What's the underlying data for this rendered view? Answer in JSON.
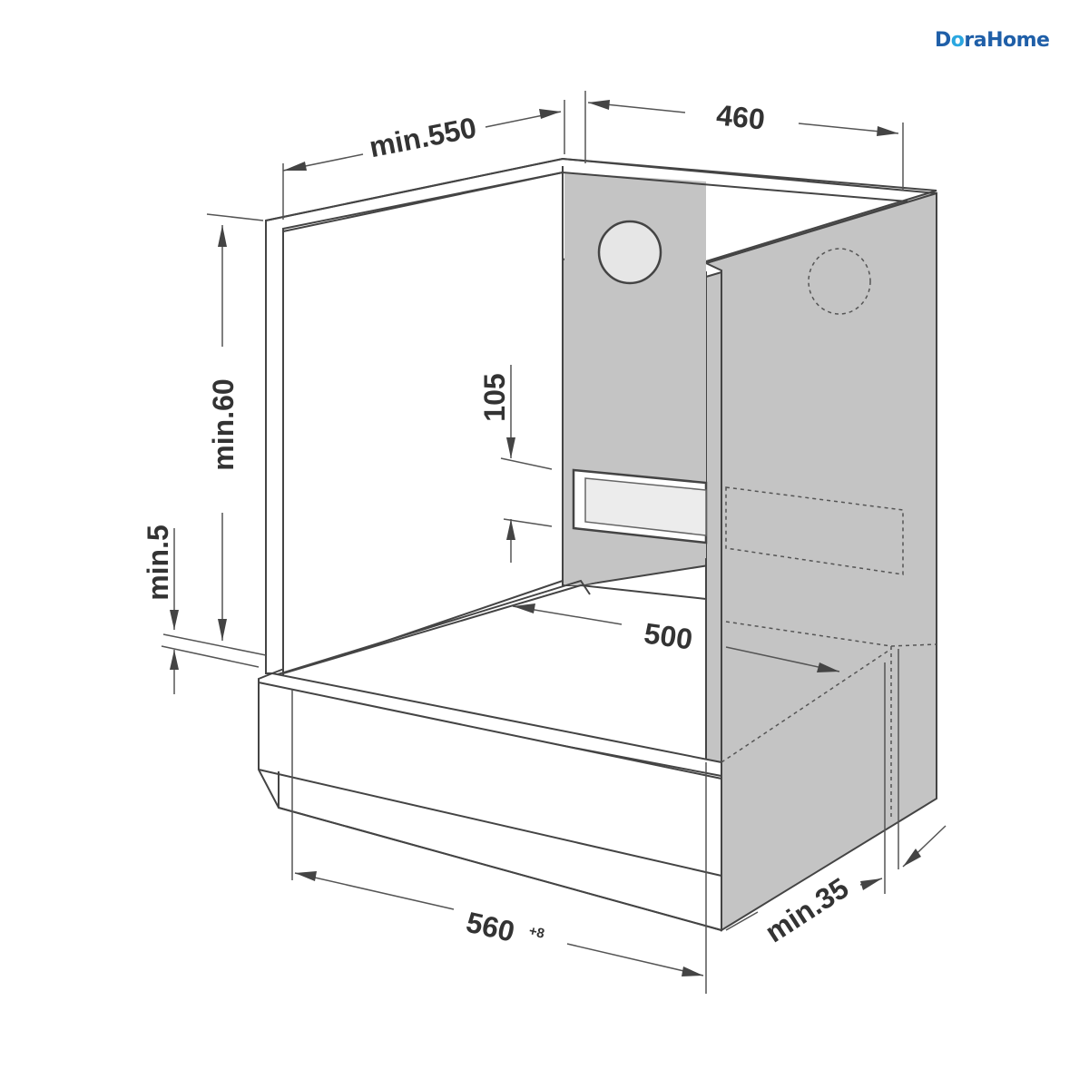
{
  "brand": {
    "logo_text_part1": "D",
    "logo_text_accent": "o",
    "logo_text_part2": "raHome"
  },
  "dimensions": {
    "top_width": "min.550",
    "depth": "460",
    "height": "min.60",
    "gap_bottom": "min.5",
    "vent_height": "105",
    "inner_depth": "500",
    "front_width": "560",
    "front_width_tolerance": "+8",
    "side_clearance": "min.35"
  },
  "colors": {
    "panel": "#c4c4c4",
    "line": "#444444",
    "brand": "#1f5fa8",
    "brand_accent": "#2aa7e0"
  }
}
